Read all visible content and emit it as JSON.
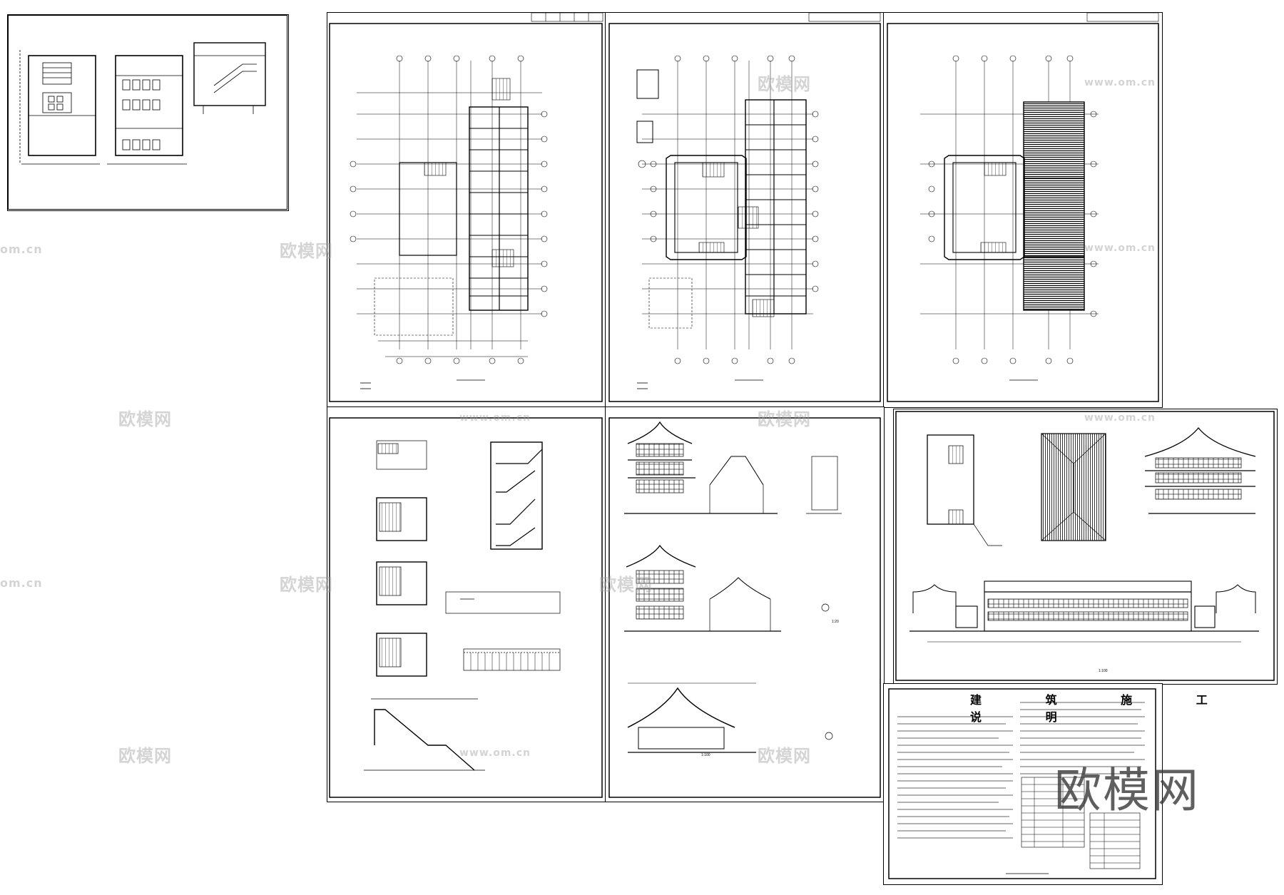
{
  "sheets": {
    "notes_title": "建 筑 施 工 说 明",
    "scale_1_100": "1:100",
    "scale_1_20": "1:20"
  },
  "watermarks": {
    "brand_cn": "欧模网",
    "brand_url": "www.om.cn",
    "brand_short": "om.cn"
  }
}
